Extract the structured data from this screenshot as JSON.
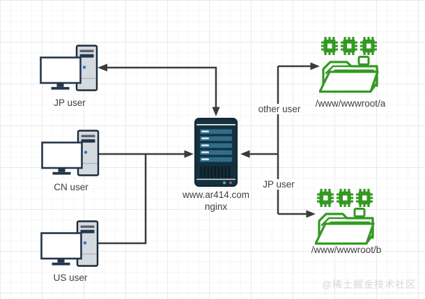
{
  "diagram": {
    "nodes": {
      "jp_user": {
        "label": "JP user",
        "icon": "desktop-computer-icon"
      },
      "cn_user": {
        "label": "CN user",
        "icon": "desktop-computer-icon"
      },
      "us_user": {
        "label": "US user",
        "icon": "desktop-computer-icon"
      },
      "nginx_server": {
        "label_line1": "www.ar414.com",
        "label_line2": "nginx",
        "icon": "server-icon"
      },
      "wwwroot_a": {
        "label": "/www/wwwroot/a",
        "icon": "folder-with-chips-icon"
      },
      "wwwroot_b": {
        "label": "/www/wwwroot/b",
        "icon": "folder-with-chips-icon"
      }
    },
    "edge_labels": {
      "to_wwwroot_a": "other user",
      "to_wwwroot_b": "JP user"
    },
    "edges": [
      {
        "from": "jp_user",
        "to": "nginx_server",
        "bidirectional": true
      },
      {
        "from": "cn_user",
        "to": "nginx_server"
      },
      {
        "from": "us_user",
        "to": "nginx_server"
      },
      {
        "from": "nginx_server",
        "to": "wwwroot_a",
        "label": "other user"
      },
      {
        "from": "nginx_server",
        "to": "wwwroot_b",
        "label": "JP user"
      }
    ],
    "watermark": "@稀土掘金技术社区",
    "colors": {
      "connector": "#3b3b3b",
      "icon_green": "#339922",
      "server_body": "#15313e",
      "server_slot": "#2f6d8c",
      "tower_gray": "#d5dadf",
      "outline_navy": "#24364a",
      "power_dot_blue": "#2e6fd2",
      "led_green": "#3fbd8f",
      "led_pink": "#b34a7e",
      "text": "#404040",
      "watermark": "#d6d6d6"
    }
  }
}
